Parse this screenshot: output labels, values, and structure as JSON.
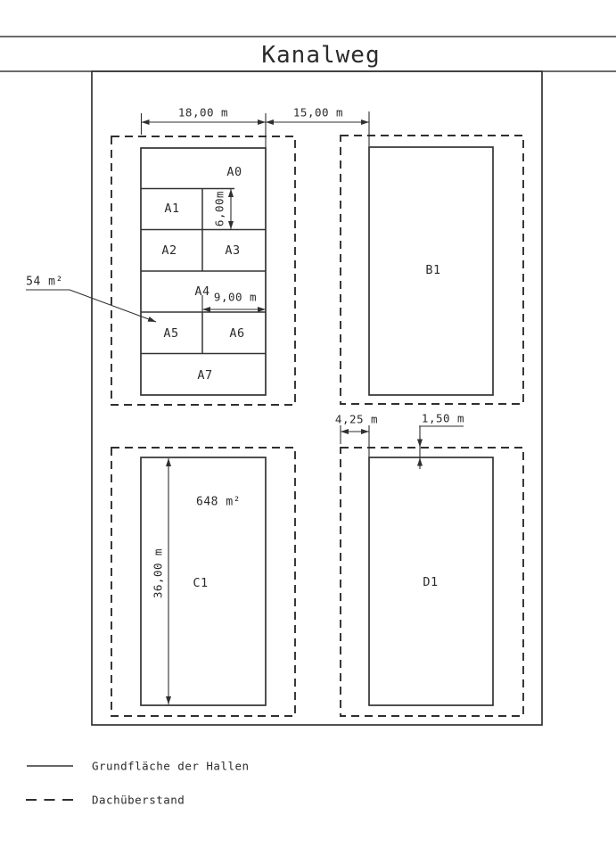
{
  "title": "Kanalweg",
  "halls": {
    "a0": "A0",
    "a1": "A1",
    "a2": "A2",
    "a3": "A3",
    "a4": "A4",
    "a5": "A5",
    "a6": "A6",
    "a7": "A7",
    "b1": "B1",
    "c1": "C1",
    "d1": "D1"
  },
  "dimensions": {
    "hall_a_width": "18,00 m",
    "gap_a_b": "15,00 m",
    "a1_height": "6,00m",
    "a_half_width": "9,00 m",
    "overhang_side": "4,25 m",
    "overhang_front": "1,50 m",
    "c1_height": "36,00 m"
  },
  "areas": {
    "a5_area": "54 m²",
    "c1_area": "648 m²"
  },
  "legend": {
    "items": [
      {
        "label": "Grundfläche der Hallen",
        "style": "solid"
      },
      {
        "label": "Dachüberstand",
        "style": "dashed"
      }
    ]
  },
  "colors": {
    "line": "#333333",
    "background": "#ffffff"
  }
}
